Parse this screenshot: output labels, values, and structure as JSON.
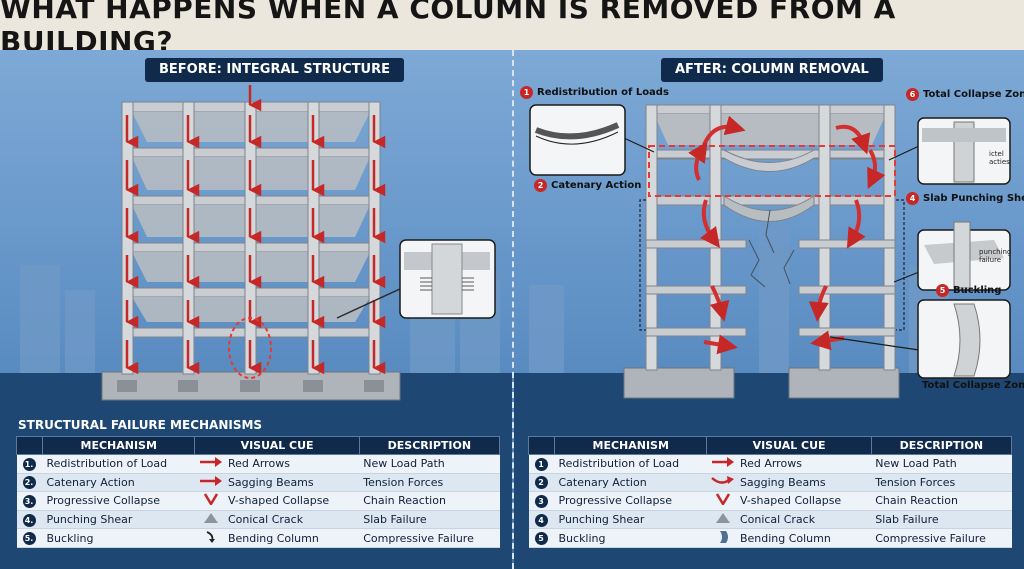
{
  "title": "WHAT HAPPENS WHEN A COLUMN IS REMOVED FROM A BUILDING?",
  "left": {
    "label": "BEFORE: INTEGRAL STRUCTURE",
    "table_title": "STRUCTURAL FAILURE MECHANISMS"
  },
  "right": {
    "label": "AFTER: COLUMN REMOVAL",
    "callouts": [
      {
        "n": "1",
        "text": "Redistribution of Loads"
      },
      {
        "n": "2",
        "text": "Catenary Action"
      },
      {
        "n": "6",
        "text": "Total Collapse Zone"
      },
      {
        "n": "4",
        "text": "Slab Punching Shear"
      },
      {
        "n": "5",
        "text": "Buckling"
      }
    ],
    "bottom_label": "Total Collapse Zone",
    "inset_labels": {
      "ictel": "ictel",
      "acties": "acties",
      "punching": "punching",
      "failure": "failure"
    }
  },
  "table": {
    "headers": [
      "MECHANISM",
      "VISUAL CUE",
      "DESCRIPTION"
    ],
    "left_rows": [
      {
        "n": "1.",
        "mechanism": "Redistribution of Load",
        "cue": "Red Arrows",
        "cue_icon": "red-arrow-icon",
        "desc": "New Load Path"
      },
      {
        "n": "2.",
        "mechanism": "Catenary Action",
        "cue": "Sagging Beams",
        "cue_icon": "red-arrow-icon",
        "desc": "Tension Forces"
      },
      {
        "n": "3.",
        "mechanism": "Progressive Collapse",
        "cue": "V-shaped Collapse",
        "cue_icon": "v-shape-icon",
        "desc": "Chain Reaction"
      },
      {
        "n": "4.",
        "mechanism": "Punching Shear",
        "cue": "Conical Crack",
        "cue_icon": "cone-icon",
        "desc": "Slab Failure"
      },
      {
        "n": "5.",
        "mechanism": "Buckling",
        "cue": "Bending Column",
        "cue_icon": "bent-arrow-icon",
        "desc": "Compressive Failure"
      }
    ],
    "right_rows": [
      {
        "n": "1",
        "mechanism": "Redistribution of Load",
        "cue": "Red Arrows",
        "cue_icon": "red-arrow-icon",
        "desc": "New Load Path"
      },
      {
        "n": "2",
        "mechanism": "Catenary Action",
        "cue": "Sagging Beams",
        "cue_icon": "sagging-arrow-icon",
        "desc": "Tension Forces"
      },
      {
        "n": "3",
        "mechanism": "Progressive Collapse",
        "cue": "V-shaped Collapse",
        "cue_icon": "v-shape-icon",
        "desc": "Chain Reaction"
      },
      {
        "n": "4",
        "mechanism": "Punching Shear",
        "cue": "Conical Crack",
        "cue_icon": "cone-icon",
        "desc": "Slab Failure"
      },
      {
        "n": "5",
        "mechanism": "Buckling",
        "cue": "Bending Column",
        "cue_icon": "column-icon",
        "desc": "Compressive Failure"
      }
    ]
  },
  "colors": {
    "accent_red": "#c62828",
    "navy": "#0f2a4a",
    "concrete": "#c9cdd1"
  }
}
